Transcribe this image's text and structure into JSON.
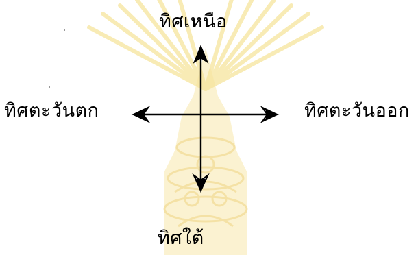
{
  "diagram": {
    "labels": {
      "north": "ทิศเหนือ",
      "west": "ทิศตะวันตก",
      "east": "ทิศตะวันออก",
      "south": "ทิศใต้"
    }
  },
  "watermark": {
    "description_icon": "university-emblem-watermark-icon",
    "color": "#f3dc7a"
  },
  "colors": {
    "ink": "#000000",
    "background": "#ffffff"
  }
}
